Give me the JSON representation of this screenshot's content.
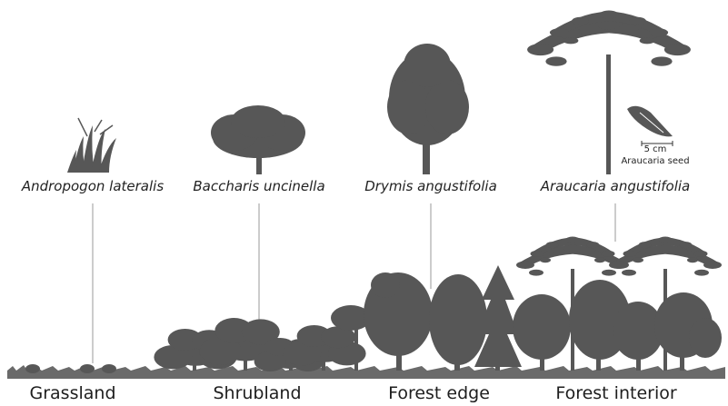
{
  "species": [
    {
      "name": "Andropogon lateralis"
    },
    {
      "name": "Baccharis uncinella"
    },
    {
      "name": "Drymis angustifolia"
    },
    {
      "name": "Araucaria angustifolia"
    }
  ],
  "zones": [
    {
      "name": "Grassland"
    },
    {
      "name": "Shrubland"
    },
    {
      "name": "Forest edge"
    },
    {
      "name": "Forest interior"
    }
  ],
  "seed_inset": {
    "scale_label": "5 cm",
    "caption": "Araucaria seed"
  },
  "colors": {
    "silhouette": "#575757",
    "connector": "#9a9a9a"
  }
}
